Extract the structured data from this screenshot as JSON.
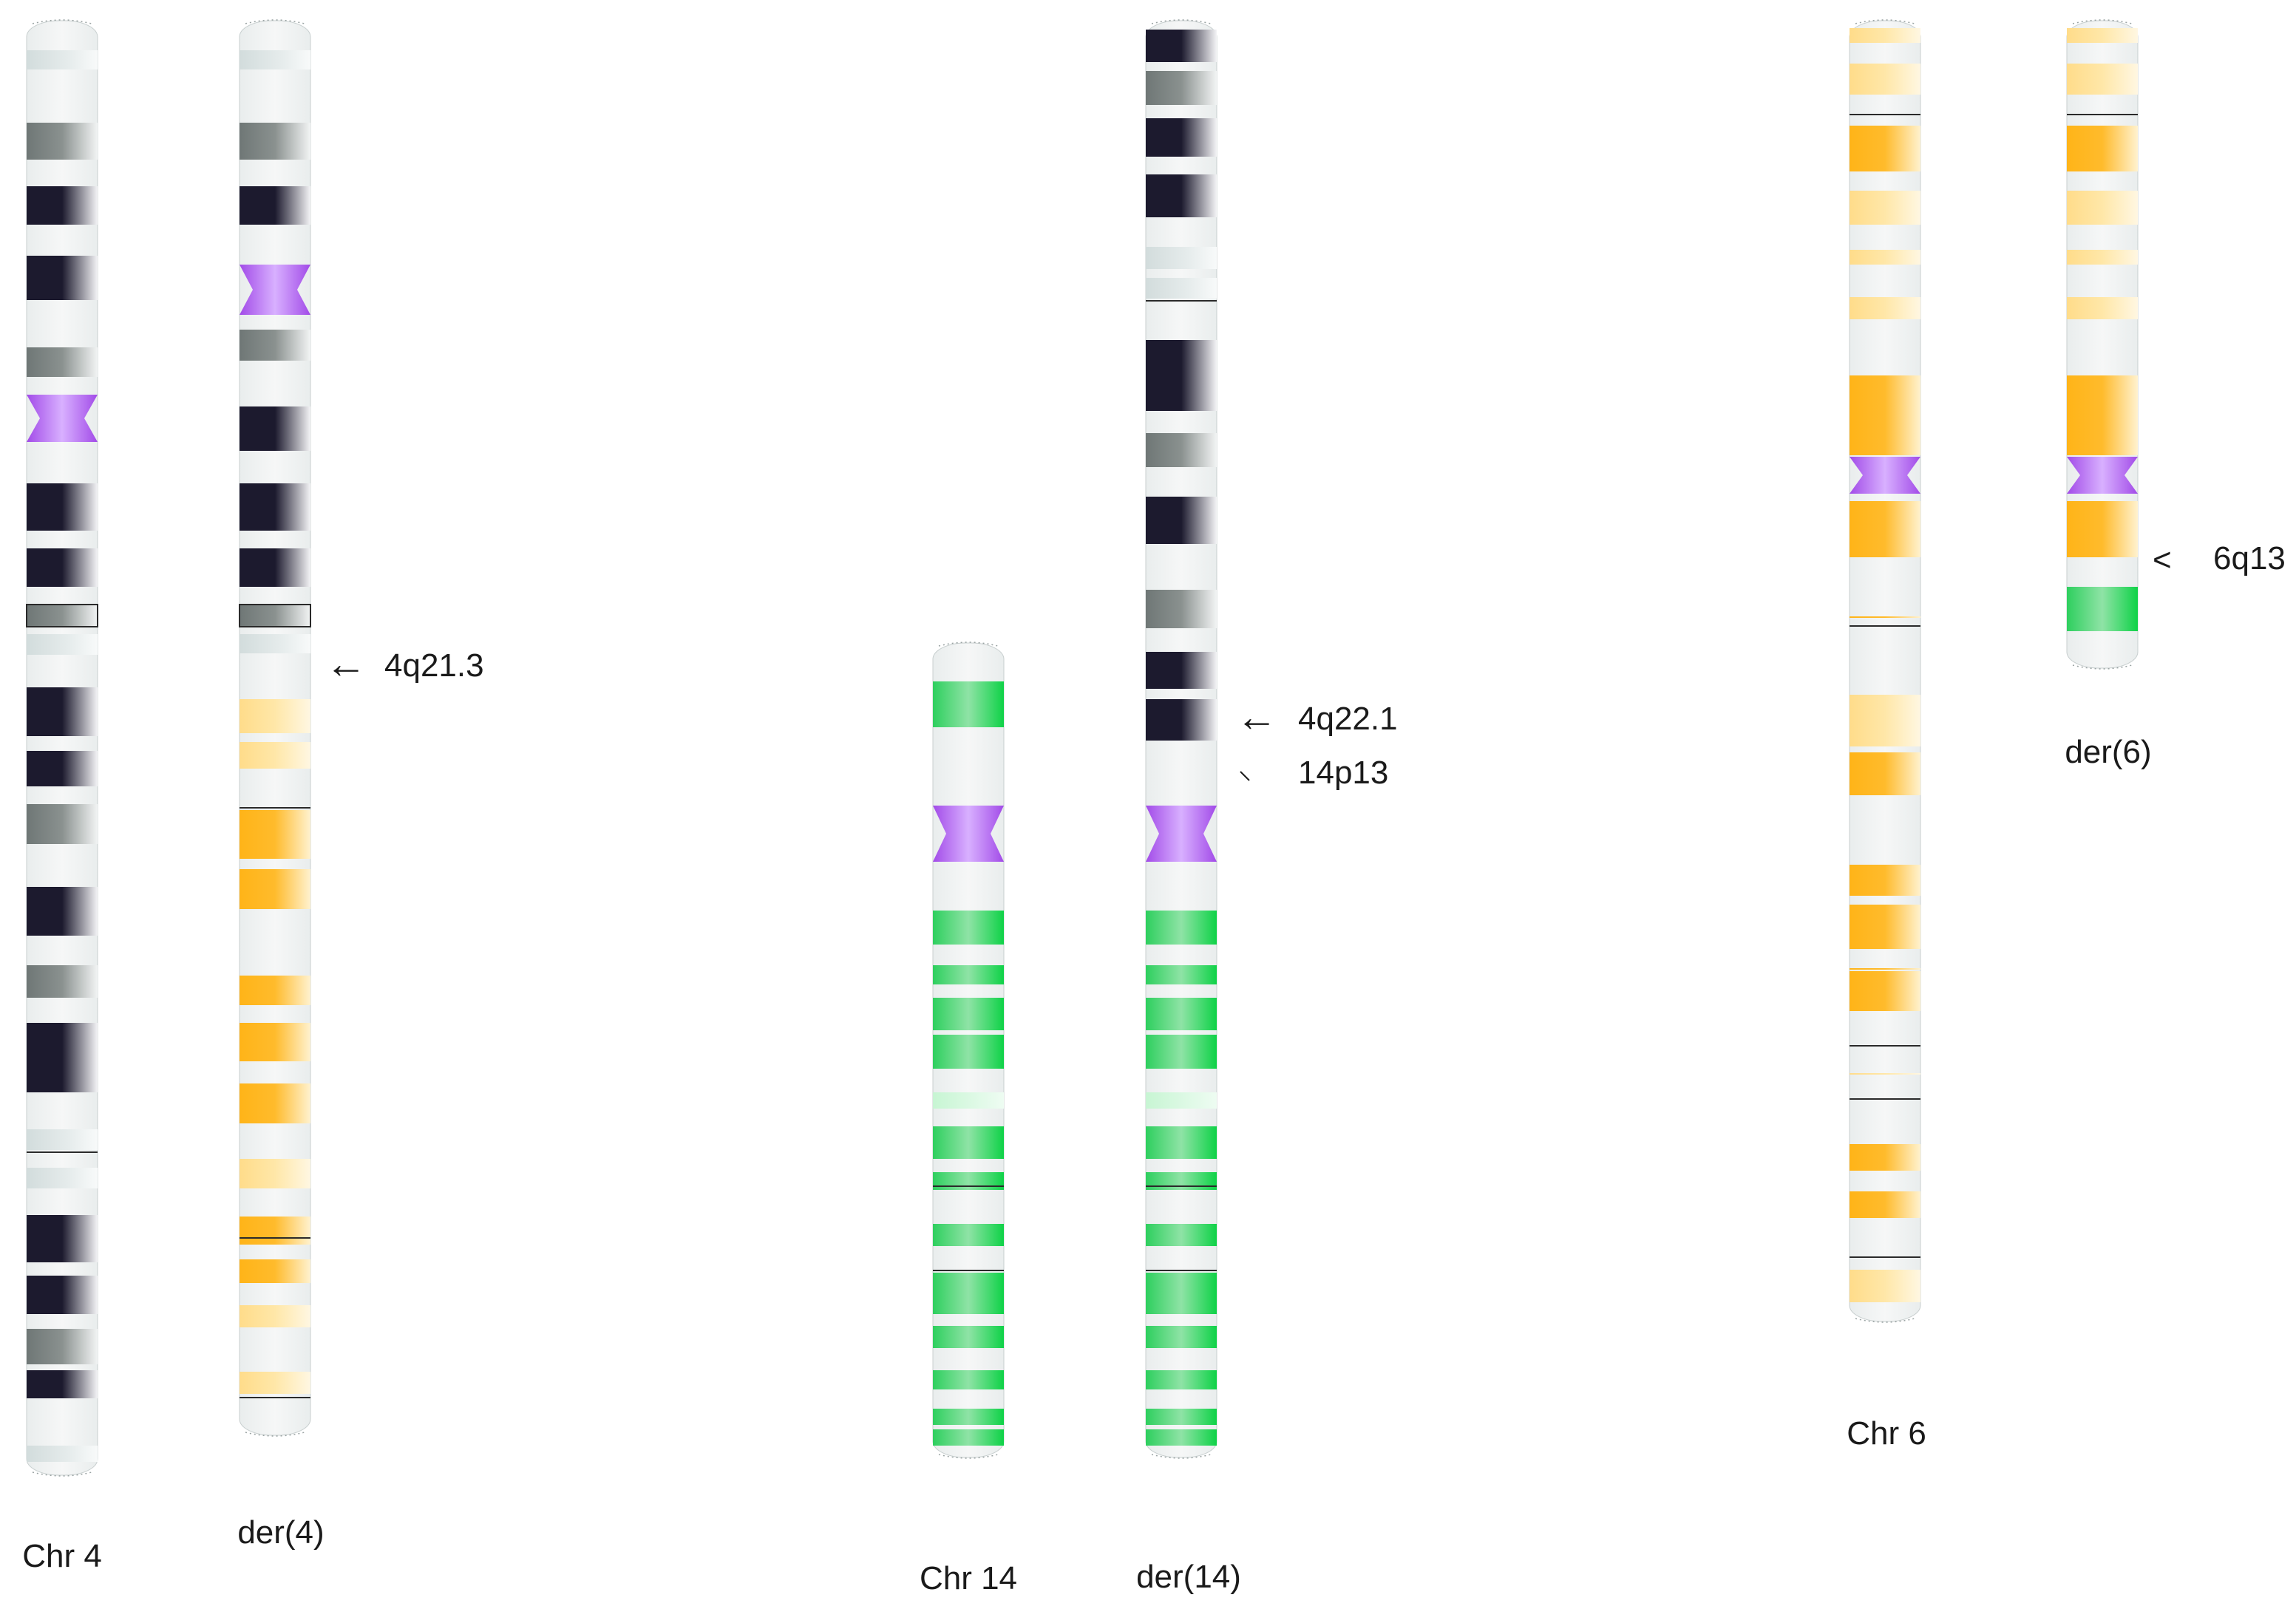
{
  "colors": {
    "chr4_dark": "#1c1a2e",
    "chr4_grey": "#7d8584",
    "chr4_light": "#dfe6e6",
    "chr4_band_edge": "#ffffff",
    "chr14_green": "#0fd247",
    "chr14_light_green": "#c7f5d3",
    "chr6_orange": "#ffb418",
    "chr6_light_orange": "#ffe7a8",
    "centromere": "#b35cf2",
    "chromosome_body": "#f2f4f4",
    "divider_line": "#2a2a2a"
  },
  "chromosomes": [
    {
      "name": "Chr 4",
      "bands": [
        {
          "type": "light"
        },
        {
          "type": "grey"
        },
        {
          "type": "dark"
        },
        {
          "type": "dark"
        },
        {
          "type": "grey"
        },
        {
          "type": "centromere"
        },
        {
          "type": "dark"
        },
        {
          "type": "dark"
        },
        {
          "type": "grey-outlined"
        },
        {
          "type": "light"
        },
        {
          "type": "dark"
        },
        {
          "type": "dark"
        },
        {
          "type": "grey"
        },
        {
          "type": "dark"
        },
        {
          "type": "grey"
        },
        {
          "type": "dark"
        },
        {
          "type": "light"
        },
        {
          "type": "line"
        },
        {
          "type": "light"
        },
        {
          "type": "dark"
        },
        {
          "type": "dark"
        },
        {
          "type": "grey"
        },
        {
          "type": "dark"
        },
        {
          "type": "light"
        }
      ]
    },
    {
      "name": "der(4)",
      "breakpoint_label": "4q21.3",
      "arrow_glyph": "←",
      "bands": [
        {
          "type": "light"
        },
        {
          "type": "grey"
        },
        {
          "type": "dark"
        },
        {
          "type": "centromere"
        },
        {
          "type": "grey"
        },
        {
          "type": "dark"
        },
        {
          "type": "dark"
        },
        {
          "type": "dark"
        },
        {
          "type": "grey-outlined"
        },
        {
          "type": "light"
        },
        {
          "type": "light-orange"
        },
        {
          "type": "light-orange"
        },
        {
          "type": "line"
        },
        {
          "type": "orange"
        },
        {
          "type": "orange"
        },
        {
          "type": "orange"
        },
        {
          "type": "orange"
        },
        {
          "type": "orange"
        },
        {
          "type": "light-orange"
        },
        {
          "type": "orange"
        },
        {
          "type": "line"
        },
        {
          "type": "orange"
        },
        {
          "type": "light-orange"
        },
        {
          "type": "light-orange"
        },
        {
          "type": "line"
        }
      ]
    },
    {
      "name": "Chr 14",
      "bands": [
        {
          "type": "green"
        },
        {
          "type": "centromere"
        },
        {
          "type": "green"
        },
        {
          "type": "green"
        },
        {
          "type": "green"
        },
        {
          "type": "green"
        },
        {
          "type": "light-green"
        },
        {
          "type": "green"
        },
        {
          "type": "green"
        },
        {
          "type": "line"
        },
        {
          "type": "green"
        },
        {
          "type": "line"
        },
        {
          "type": "green"
        },
        {
          "type": "green"
        },
        {
          "type": "green"
        },
        {
          "type": "green"
        },
        {
          "type": "green"
        }
      ]
    },
    {
      "name": "der(14)",
      "breakpoint_labels": [
        "4q22.1",
        "14p13"
      ],
      "arrow_glyph": "←",
      "bands": [
        {
          "type": "dark"
        },
        {
          "type": "grey"
        },
        {
          "type": "dark"
        },
        {
          "type": "dark"
        },
        {
          "type": "light"
        },
        {
          "type": "light"
        },
        {
          "type": "line"
        },
        {
          "type": "dark"
        },
        {
          "type": "grey"
        },
        {
          "type": "dark"
        },
        {
          "type": "grey"
        },
        {
          "type": "dark"
        },
        {
          "type": "dark"
        },
        {
          "type": "centromere"
        },
        {
          "type": "green"
        },
        {
          "type": "green"
        },
        {
          "type": "green"
        },
        {
          "type": "green"
        },
        {
          "type": "light-green"
        },
        {
          "type": "green"
        },
        {
          "type": "green"
        },
        {
          "type": "line"
        },
        {
          "type": "green"
        },
        {
          "type": "line"
        },
        {
          "type": "green"
        },
        {
          "type": "green"
        },
        {
          "type": "green"
        },
        {
          "type": "green"
        },
        {
          "type": "green"
        }
      ]
    },
    {
      "name": "Chr 6",
      "bands": [
        {
          "type": "light-orange"
        },
        {
          "type": "light-orange"
        },
        {
          "type": "line"
        },
        {
          "type": "orange"
        },
        {
          "type": "light-orange"
        },
        {
          "type": "light-orange"
        },
        {
          "type": "light-orange"
        },
        {
          "type": "orange"
        },
        {
          "type": "orange"
        },
        {
          "type": "centromere"
        },
        {
          "type": "orange"
        },
        {
          "type": "orange"
        },
        {
          "type": "line"
        },
        {
          "type": "light-orange"
        },
        {
          "type": "orange"
        },
        {
          "type": "orange"
        },
        {
          "type": "orange"
        },
        {
          "type": "orange"
        },
        {
          "type": "orange"
        },
        {
          "type": "line"
        },
        {
          "type": "light-orange"
        },
        {
          "type": "line"
        },
        {
          "type": "orange"
        },
        {
          "type": "orange"
        },
        {
          "type": "line"
        },
        {
          "type": "light-orange"
        },
        {
          "type": "line"
        },
        {
          "type": "light-orange"
        }
      ]
    },
    {
      "name": "der(6)",
      "breakpoint_label": "6q13",
      "arrow_glyph": "<",
      "bands": [
        {
          "type": "light-orange"
        },
        {
          "type": "light-orange"
        },
        {
          "type": "line"
        },
        {
          "type": "orange"
        },
        {
          "type": "light-orange"
        },
        {
          "type": "light-orange"
        },
        {
          "type": "light-orange"
        },
        {
          "type": "orange"
        },
        {
          "type": "orange"
        },
        {
          "type": "centromere"
        },
        {
          "type": "orange"
        },
        {
          "type": "green"
        }
      ]
    }
  ]
}
